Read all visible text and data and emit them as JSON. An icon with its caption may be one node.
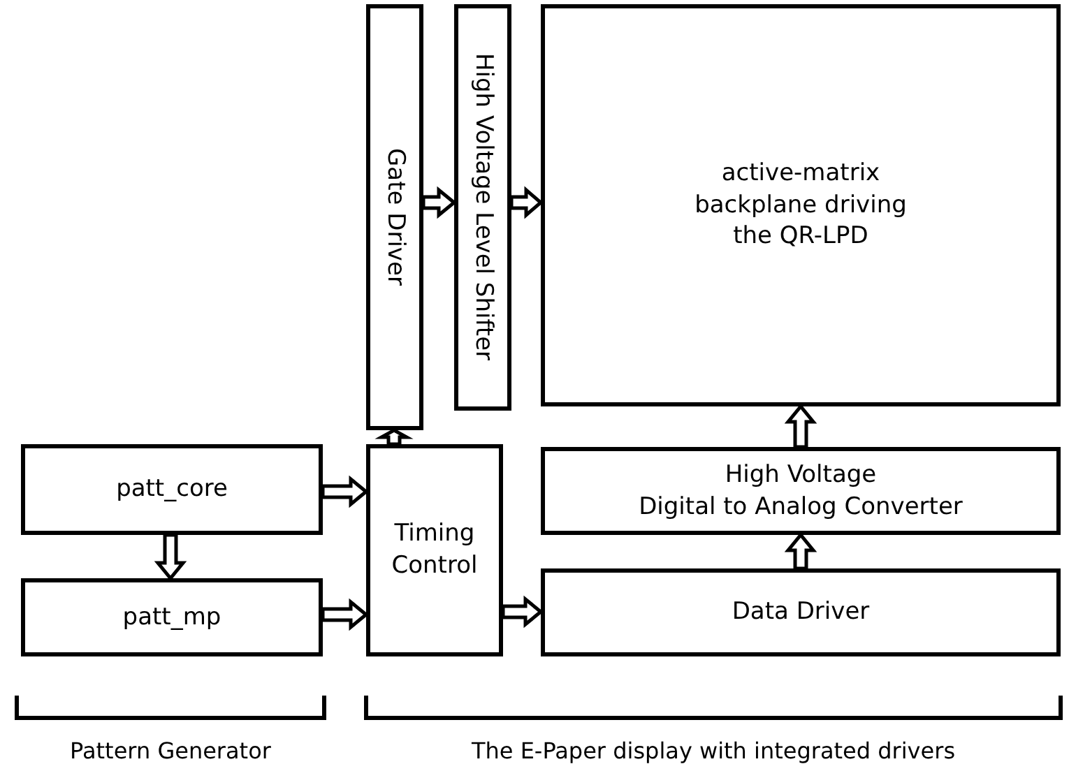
{
  "diagram": {
    "nodes": [
      {
        "text": [
          "Gate Driver"
        ]
      },
      {
        "text": [
          "High Voltage Level Shifter"
        ]
      },
      {
        "text": [
          "active-matrix backplane driving the QR-LPD"
        ]
      },
      {
        "text": [
          "patt_core"
        ]
      },
      {
        "text": [
          "Timing Control"
        ]
      },
      {
        "text": [
          "High Voltage",
          "Digital to Analog Converter"
        ]
      },
      {
        "text": [
          "patt_mp"
        ]
      },
      {
        "text": [
          "Data Driver"
        ]
      }
    ],
    "edges": [
      {
        "from": 3,
        "to": 6,
        "arrow": "to"
      },
      {
        "from": 3,
        "to": 4,
        "arrow": "to"
      },
      {
        "from": 6,
        "to": 4,
        "arrow": "to"
      },
      {
        "from": 4,
        "to": 0,
        "arrow": "to"
      },
      {
        "from": 0,
        "to": 1,
        "arrow": "to"
      },
      {
        "from": 1,
        "to": 2,
        "arrow": "to"
      },
      {
        "from": 4,
        "to": 7,
        "arrow": "to"
      },
      {
        "from": 7,
        "to": 5,
        "arrow": "to"
      },
      {
        "from": 5,
        "to": 2,
        "arrow": "to"
      }
    ],
    "labels": [
      "Pattern Generator",
      "The E-Paper display with integrated drivers"
    ]
  }
}
